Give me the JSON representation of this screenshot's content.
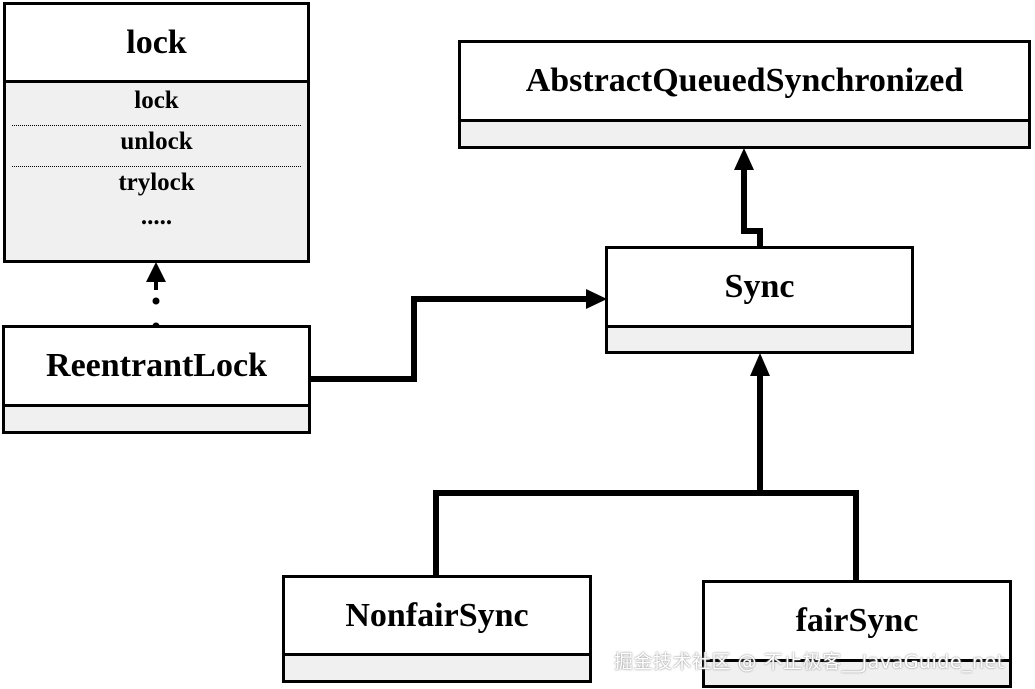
{
  "classes": {
    "lock": {
      "name": "lock",
      "methods": [
        "lock",
        "unlock",
        "trylock",
        "....."
      ]
    },
    "aqs": {
      "name": "AbstractQueuedSynchronized"
    },
    "sync": {
      "name": "Sync"
    },
    "reentrant_lock": {
      "name": "ReentrantLock"
    },
    "nonfair_sync": {
      "name": "NonfairSync"
    },
    "fair_sync": {
      "name": "fairSync"
    }
  },
  "relationships": [
    {
      "from": "reentrant_lock",
      "to": "lock",
      "type": "implements",
      "style": "dotted"
    },
    {
      "from": "reentrant_lock",
      "to": "sync",
      "type": "association",
      "style": "solid"
    },
    {
      "from": "sync",
      "to": "aqs",
      "type": "extends",
      "style": "solid"
    },
    {
      "from": "nonfair_sync",
      "to": "sync",
      "type": "extends",
      "style": "solid"
    },
    {
      "from": "fair_sync",
      "to": "sync",
      "type": "extends",
      "style": "solid"
    }
  ],
  "watermark": "掘金技术社区 @ 不止极客__JavaGuide_net",
  "colors": {
    "line": "#000000",
    "box_fill": "#ffffff",
    "box_section_fill": "#f0f0f0"
  }
}
